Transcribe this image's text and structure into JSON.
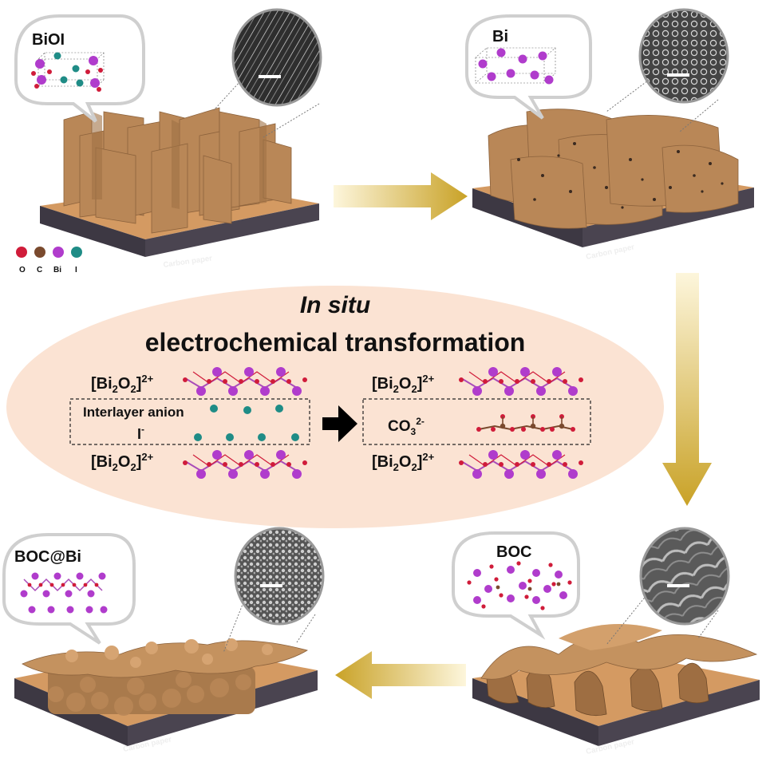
{
  "panels": {
    "bioi": {
      "title": "BiOI",
      "substrate": "Carbon paper"
    },
    "bi": {
      "title": "Bi",
      "substrate": "Carbon paper"
    },
    "boc": {
      "title": "BOC",
      "substrate": "Carbon paper"
    },
    "boc_bi": {
      "title": "BOC@Bi",
      "substrate": "Carbon paper"
    }
  },
  "legend": [
    {
      "symbol": "O",
      "color": "#d01c3a"
    },
    {
      "symbol": "C",
      "color": "#7a4a2e"
    },
    {
      "symbol": "Bi",
      "color": "#b03ccc"
    },
    {
      "symbol": "I",
      "color": "#1f8c86"
    }
  ],
  "center": {
    "title_italic": "In situ",
    "title_main": "electrochemical transformation",
    "layer_base": "[Bi",
    "layer_sub1": "2",
    "layer_mid": "O",
    "layer_sub2": "2",
    "layer_end": "]",
    "layer_charge": "2+",
    "interlayer_label": "Interlayer anion",
    "iodide": "I",
    "iodide_charge": "-",
    "carbonate_base": "CO",
    "carbonate_sub": "3",
    "carbonate_charge": "2-"
  },
  "colors": {
    "substrate_top": "#d49a62",
    "substrate_side": "#4a4450",
    "sheet": "#b98757",
    "ellipse_bg": "#fbe3d3",
    "arrow_gold": "#c9a227",
    "O": "#d01c3a",
    "C": "#7a4a2e",
    "Bi": "#b03ccc",
    "I": "#1f8c86"
  }
}
